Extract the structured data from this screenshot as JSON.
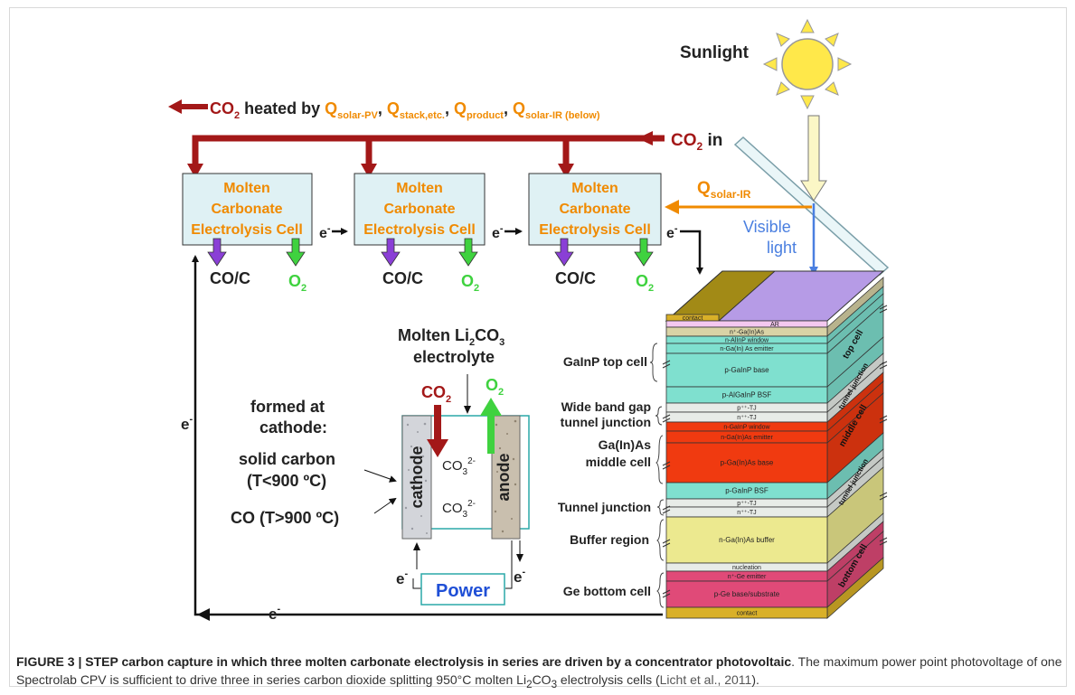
{
  "colors": {
    "co2_arrow": "#a31818",
    "heat_orange": "#f08a00",
    "co_arrow": "#8a3fd6",
    "o2_arrow": "#3fd23f",
    "cell_fill": "#dff1f4",
    "power_text": "#1f4fd6",
    "visible_light": "#4a7fe0",
    "sun": "#ffe84a"
  },
  "sunlight": {
    "label": "Sunlight"
  },
  "heat_title": {
    "prefix": "CO",
    "prefix_sub": "2",
    "heated_by": " heated by ",
    "q": "Q",
    "sub_pv": "solar-PV",
    "sub_stack": "stack,etc.",
    "sub_product": "product",
    "sub_ir": "solar-IR (below)",
    "comma": ", "
  },
  "co2_in": {
    "main": "CO",
    "sub": "2",
    "tail": " in"
  },
  "q_solar_ir": {
    "q": "Q",
    "sub": "solar-IR"
  },
  "visible_light": {
    "line1": "Visible",
    "line2": "light"
  },
  "cells": [
    {
      "line1": "Molten",
      "line2": "Carbonate",
      "line3": "Electrolysis Cell",
      "co": "CO/C",
      "o2": "O",
      "o2_sub": "2",
      "electron": "e"
    },
    {
      "line1": "Molten",
      "line2": "Carbonate",
      "line3": "Electrolysis Cell",
      "co": "CO/C",
      "o2": "O",
      "o2_sub": "2",
      "electron": "e"
    },
    {
      "line1": "Molten",
      "line2": "Carbonate",
      "line3": "Electrolysis Cell",
      "co": "CO/C",
      "o2": "O",
      "o2_sub": "2",
      "electron": "e"
    }
  ],
  "electron_minus": "-",
  "loop_left_e": "e",
  "loop_bottom_e": "e",
  "electrolyte": {
    "line1": "Molten Li",
    "sub1": "2",
    "mid": "CO",
    "sub2": "3",
    "line2": "electrolyte"
  },
  "inner_co2": {
    "main": "CO",
    "sub": "2"
  },
  "inner_o2": {
    "main": "O",
    "sub": "2"
  },
  "carbonate_ion": {
    "main": "CO",
    "sub": "3",
    "sup": "2-"
  },
  "cathode_label": "cathode",
  "anode_label": "anode",
  "formed": {
    "line1": "formed at",
    "line2": "cathode:",
    "solid1": "solid carbon",
    "solid2": "(T<900 ºC)",
    "co": "CO (T>900 ºC)"
  },
  "power": {
    "label": "Power",
    "e_left": "e",
    "e_right": "e"
  },
  "pv_labels": {
    "top_cell": "GaInP top cell",
    "wbg1": "Wide band gap",
    "wbg2": "tunnel junction",
    "mid1": "Ga(In)As",
    "mid2": "middle cell",
    "tunnel": "Tunnel junction",
    "buffer": "Buffer region",
    "bottom": "Ge bottom cell"
  },
  "pv_layers": {
    "contact_top": "contact",
    "cap": "n⁺-Ga(In)As",
    "ar": "AR",
    "window1": "n-AlInP window",
    "emitter1": "n-Ga(In) As emitter",
    "base1": "p-GaInP base",
    "bsf1": "p-AlGaInP BSF",
    "tj1a": "p⁺⁺-TJ",
    "tj1b": "n⁺⁺-TJ",
    "window2": "n-GaInP window",
    "emitter2": "n-Ga(In)As emitter",
    "base2": "p-Ga(In)As base",
    "bsf2": "p-GaInP BSF",
    "tj2a": "p⁺⁺-TJ",
    "tj2b": "n⁺⁺-TJ",
    "buffer": "n-Ga(In)As buffer",
    "nucleation": "nucleation",
    "emitter3": "n⁺-Ge emitter",
    "base3": "p-Ge base/substrate",
    "contact_bottom": "contact"
  },
  "pv_side": {
    "top": "top cell",
    "tj1": "tunnel junction",
    "middle": "middle cell",
    "tj2": "tunnel junction",
    "bottom": "bottom cell"
  },
  "caption": {
    "bold": "FIGURE 3 | STEP carbon capture in which three molten carbonate electrolysis in series are driven by a concentrator photovoltaic",
    "text1": ". The maximum power point photovoltage of one Spectrolab CPV is sufficient to drive three in series carbon dioxide splitting 950°C molten Li",
    "sub1": "2",
    "text2": "CO",
    "sub2": "3",
    "text3": " electrolysis cells (",
    "cite": "Licht et al., 2011",
    "text4": ")."
  }
}
